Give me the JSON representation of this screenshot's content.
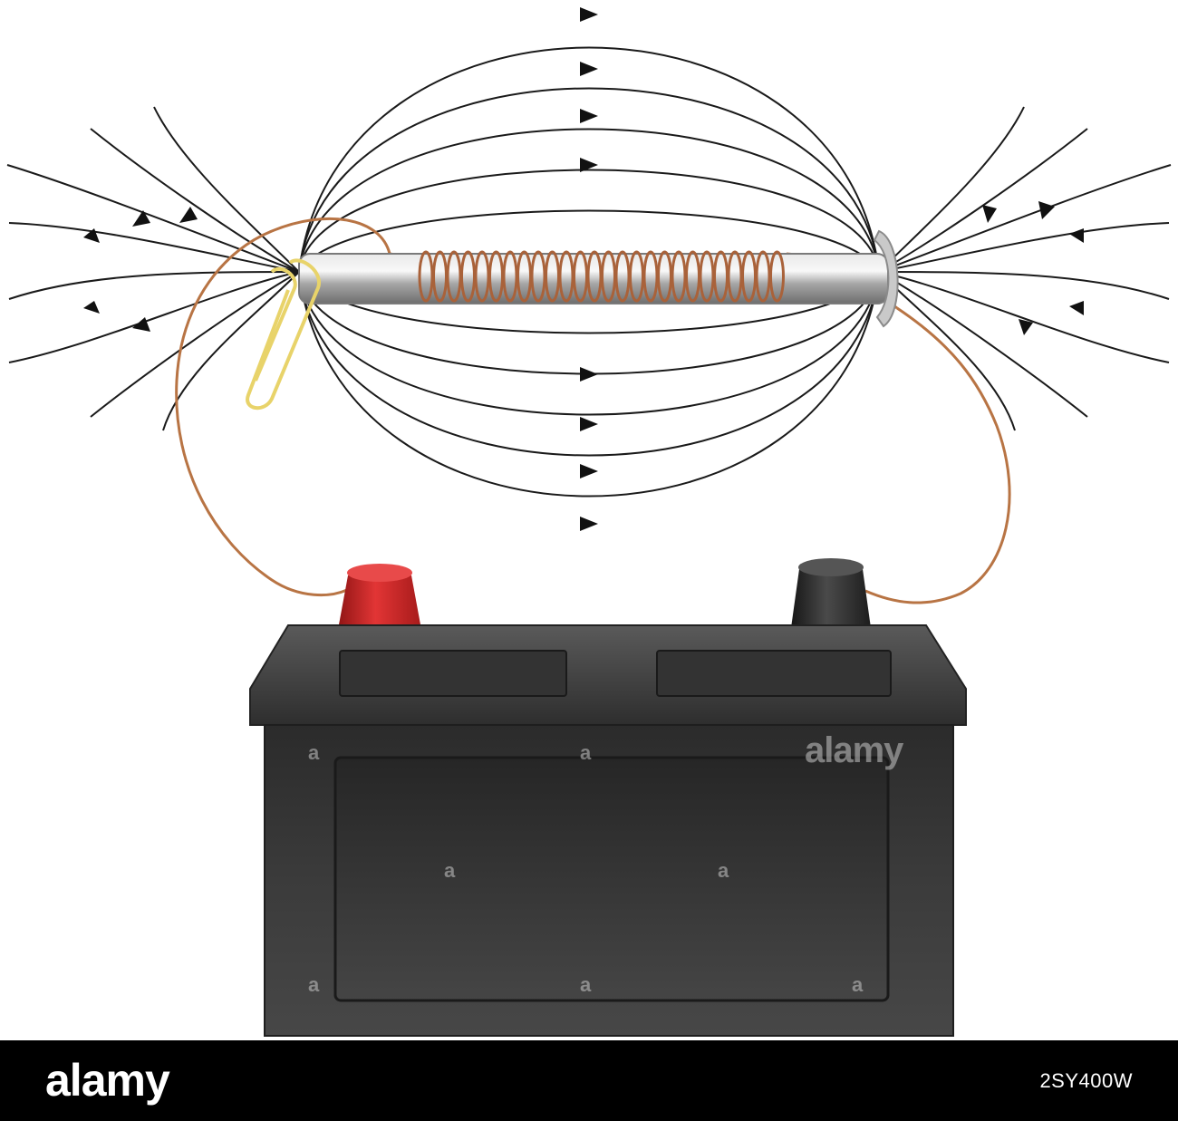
{
  "diagram": {
    "field_line_color": "#1a1a1a",
    "wire_color": "#b87444",
    "positive_terminal_color": "#d42a2a",
    "negative_terminal_color": "#2a2a2a",
    "battery_color": "#3a3a3a",
    "core_color": "#b0b0b0",
    "clip_color": "#e8d36a"
  },
  "watermark": {
    "small_mark": "a",
    "big_mark": "alamy"
  },
  "footer": {
    "logo": "alamy",
    "image_id": "2SY400W"
  }
}
